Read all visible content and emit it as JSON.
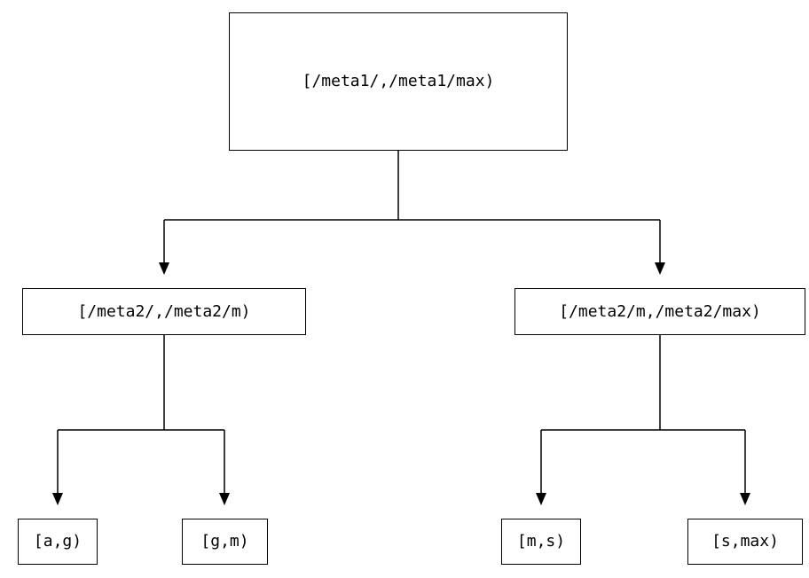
{
  "diagram": {
    "root": {
      "label": "[/meta1/,/meta1/max)"
    },
    "level2": [
      {
        "label": "[/meta2/,/meta2/m)"
      },
      {
        "label": "[/meta2/m,/meta2/max)"
      }
    ],
    "leaves": [
      {
        "label": "[a,g)"
      },
      {
        "label": "[g,m)"
      },
      {
        "label": "[m,s)"
      },
      {
        "label": "[s,max)"
      }
    ],
    "line_color": "#000000"
  }
}
